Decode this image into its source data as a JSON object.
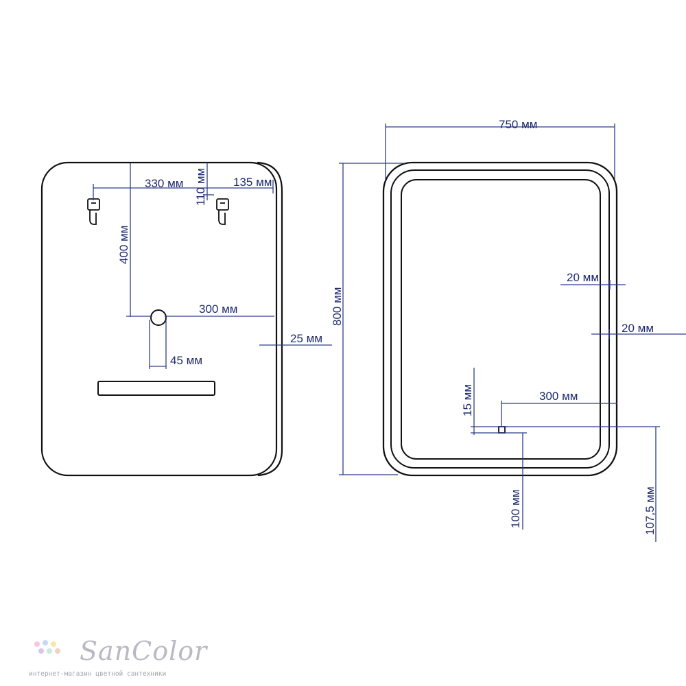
{
  "back_view": {
    "hook_spacing": "330 мм",
    "hook_to_edge": "135 мм",
    "hook_from_top": "110 мм",
    "hook_height_drop": "400 мм",
    "switch_to_edge": "300 мм",
    "switch_offset": "45 мм",
    "depth": "25 мм"
  },
  "front_view": {
    "width": "750 мм",
    "height": "800 мм",
    "frame_inset_top": "20 мм",
    "frame_inset_side": "20 мм",
    "sensor_to_edge": "300 мм",
    "sensor_size": "15 мм",
    "sensor_from_bottom": "100 мм",
    "sensor_from_bottom_outer": "107,5 мм"
  },
  "logo": {
    "brand": "SanColor",
    "tagline": "интернет-магазин цветной сантехники",
    "dot_colors": [
      "#f6c6de",
      "#c9d6f5",
      "#f7e8a8",
      "#d6c7f2",
      "#c7ecd9",
      "#f3d1c2"
    ]
  }
}
